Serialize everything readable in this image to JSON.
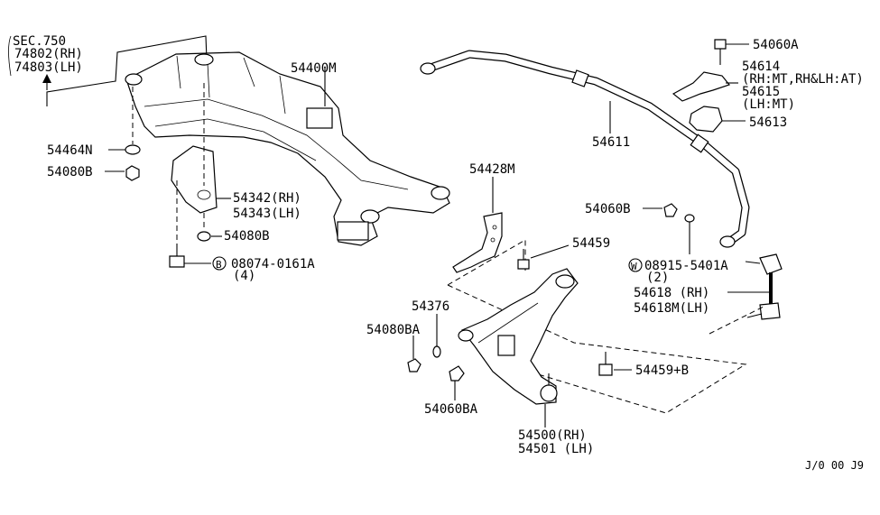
{
  "diagram": {
    "code": "J/0 00 J9",
    "callouts": {
      "sec": "SEC.750",
      "sec_rh": "74802(RH)",
      "sec_lh": "74803(LH)",
      "p54400m": "54400M",
      "p54464n": "54464N",
      "p54080b_1": "54080B",
      "p54342": "54342(RH)",
      "p54343": "54343(LH)",
      "p54080b_2": "54080B",
      "b_mark": "B",
      "p08074": "08074-0161A",
      "p08074_qty": "(4)",
      "p54060a": "54060A",
      "p54614": "54614",
      "p54614_note": "(RH:MT,RH&LH:AT)",
      "p54615": "54615",
      "p54615_note": "(LH:MT)",
      "p54613": "54613",
      "p54611": "54611",
      "p54428m": "54428M",
      "p54459": "54459",
      "p54060b": "54060B",
      "w_mark": "W",
      "p08915": "08915-5401A",
      "p08915_qty": "(2)",
      "p54618": "54618 (RH)",
      "p54618m": "54618M(LH)",
      "p54376": "54376",
      "p54080ba": "54080BA",
      "p54459b": "54459+B",
      "p54060ba": "54060BA",
      "p54500": "54500(RH)",
      "p54501": "54501 (LH)"
    }
  }
}
